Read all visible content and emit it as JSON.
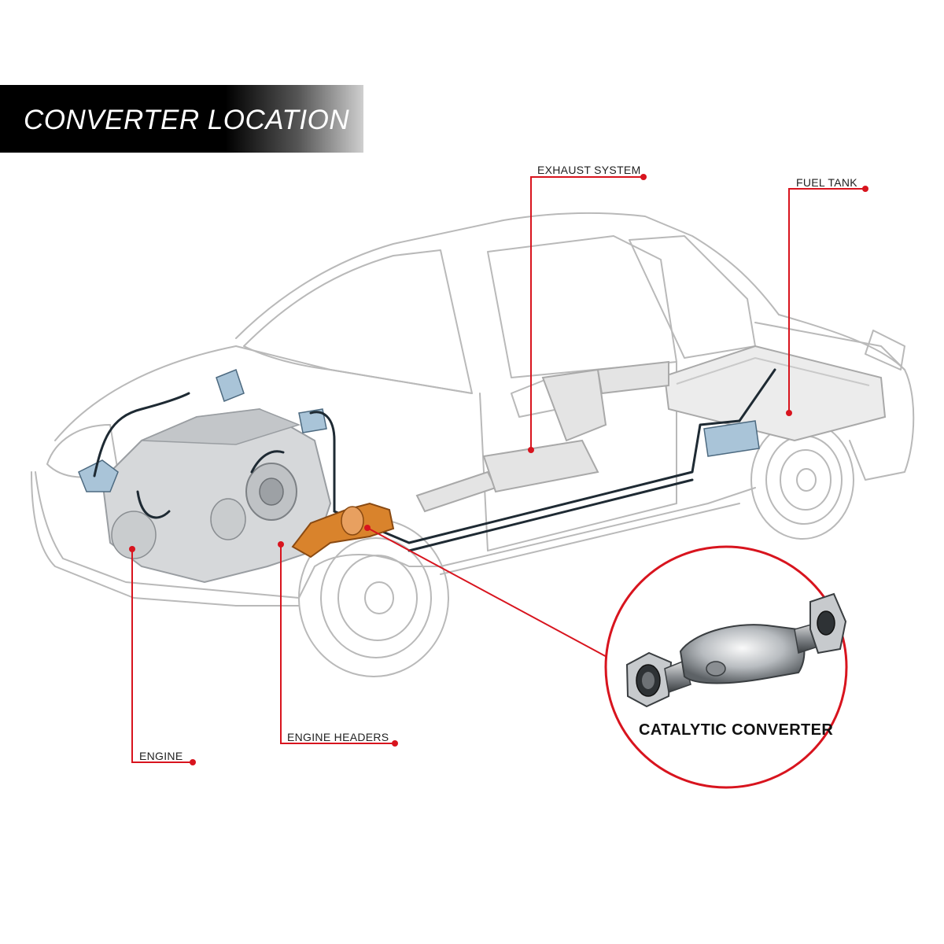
{
  "title": "CONVERTER LOCATION",
  "labels": {
    "exhaust_system": "EXHAUST SYSTEM",
    "fuel_tank": "FUEL TANK",
    "engine": "ENGINE",
    "engine_headers": "ENGINE HEADERS",
    "catalytic_converter": "CATALYTIC CONVERTER"
  },
  "colors": {
    "leader_line": "#d8141e",
    "highlight_part": "#d9832c",
    "car_outline": "#b9b9b9",
    "lines": "#1e2a33"
  }
}
